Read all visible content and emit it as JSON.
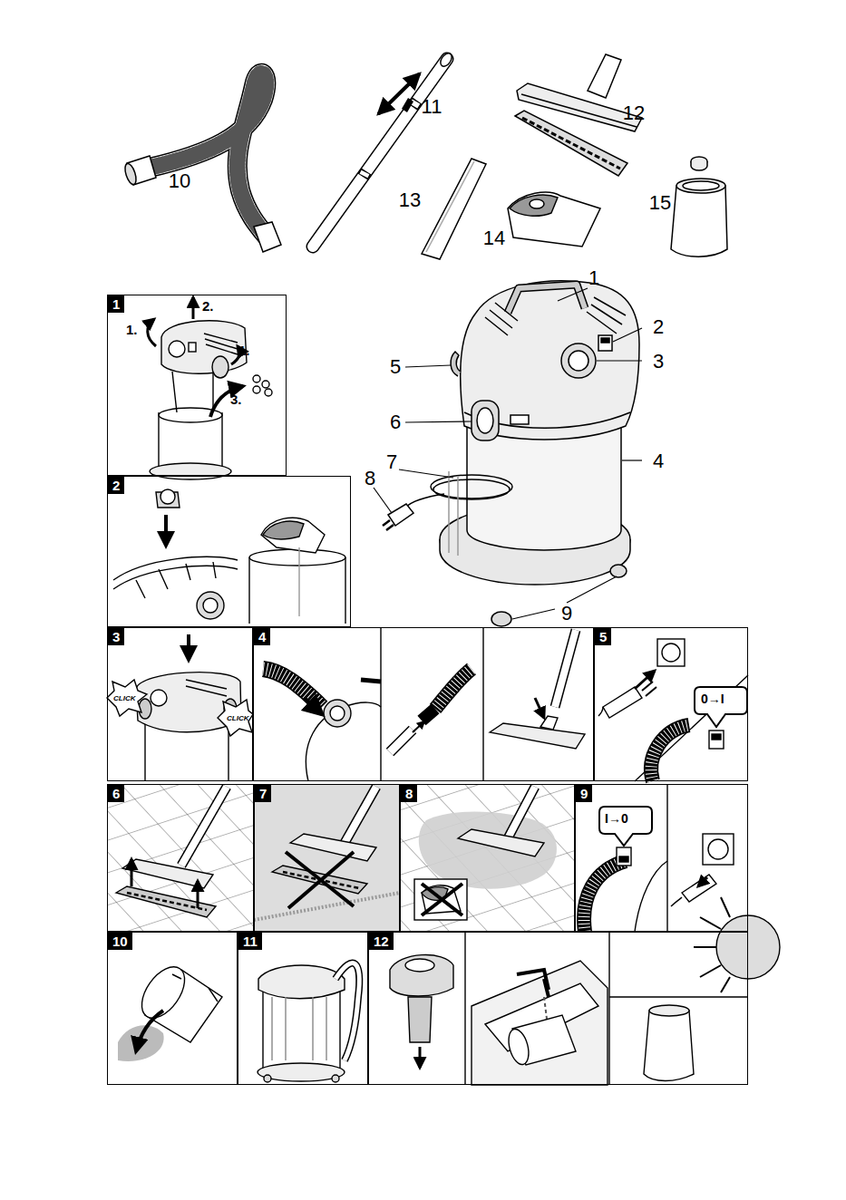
{
  "diagram": {
    "nodes": [
      {
        "text": [
          "1",
          "1.",
          "2.",
          "1.",
          "3."
        ]
      },
      {
        "text": [
          "2"
        ]
      },
      {
        "text": [
          "3",
          "CLICK",
          "CLICK"
        ]
      },
      {
        "text": [
          "4"
        ]
      },
      {
        "text": [
          "5",
          "0→I"
        ]
      },
      {
        "text": [
          "6"
        ]
      },
      {
        "text": [
          "7"
        ]
      },
      {
        "text": [
          "8"
        ]
      },
      {
        "text": [
          "9",
          "I→0"
        ]
      },
      {
        "text": [
          "10"
        ]
      },
      {
        "text": [
          "11"
        ]
      },
      {
        "text": [
          "12"
        ]
      }
    ],
    "labels": [
      "10",
      "11",
      "12",
      "13",
      "14",
      "15",
      "1",
      "2",
      "3",
      "4",
      "5",
      "6",
      "7",
      "8",
      "9"
    ]
  }
}
